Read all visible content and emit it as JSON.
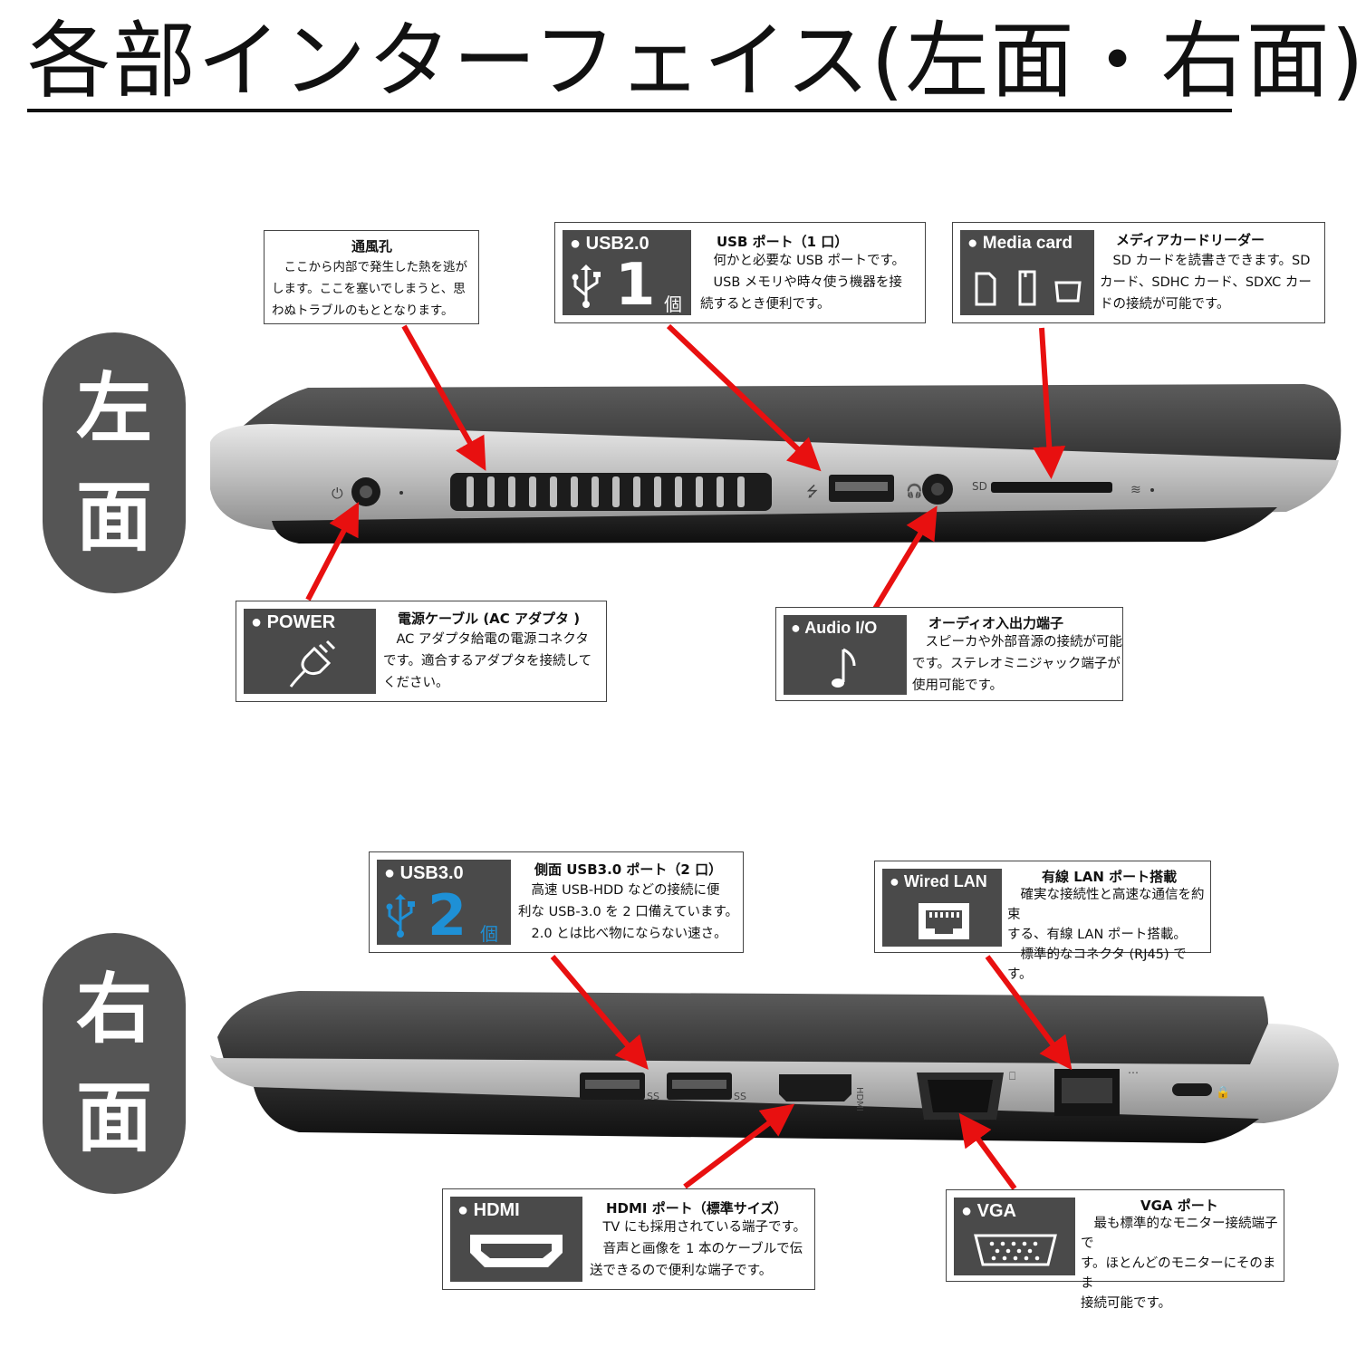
{
  "page_title": "各部インターフェイス(左面・右面)",
  "sides": {
    "left": [
      "左",
      "面"
    ],
    "right": [
      "右",
      "面"
    ]
  },
  "laptop": {
    "left_labels": {
      "sd": "SD"
    },
    "right_labels": {
      "hdmi": "HDMI"
    }
  },
  "callouts": {
    "vent": {
      "title": "通風孔",
      "desc": "　ここから内部で発生した熱を逃が\nします。ここを塞いでしまうと、思\nわぬトラブルのもととなります。"
    },
    "usb2": {
      "chip": "● USB2.0",
      "count": "1",
      "unit": "個",
      "title": "USB ポート（1 口）",
      "desc": "　何かと必要な USB ポートです。\n　USB メモリや時々使う機器を接\n続するとき便利です。"
    },
    "media": {
      "chip": "● Media card",
      "title": "メディアカードリーダー",
      "desc": "　SD カードを読書きできます。SD\nカード、SDHC カード、SDXC カー\nドの接続が可能です。"
    },
    "power": {
      "chip": "● POWER",
      "title": "電源ケーブル (AC アダプタ )",
      "desc": "　AC アダプタ給電の電源コネクタ\nです。適合するアダプタを接続して\nください。"
    },
    "audio": {
      "chip": "● Audio I/O",
      "title": "オーディオ入出力端子",
      "desc": "　スピーカや外部音源の接続が可能\nです。ステレオミニジャック端子が\n使用可能です。"
    },
    "usb3": {
      "chip": "● USB3.0",
      "count": "2",
      "unit": "個",
      "title": "側面 USB3.0 ポート（2 口）",
      "desc": "　高速 USB-HDD などの接続に便\n利な USB-3.0 を 2 口備えています。\n　2.0 とは比べ物にならない速さ。"
    },
    "lan": {
      "chip": "● Wired LAN",
      "title": "有線 LAN ポート搭載",
      "desc": "　確実な接続性と高速な通信を約束\nする、有線 LAN ポート搭載。\n　標準的なコネクタ (RJ45) です。"
    },
    "hdmi": {
      "chip": "● HDMI",
      "title": "HDMI ポート（標準サイズ）",
      "desc": "　TV にも採用されている端子です。\n　音声と画像を 1 本のケーブルで伝\n送できるので便利な端子です。"
    },
    "vga": {
      "chip": "● VGA",
      "title": "VGA ポート",
      "desc": "　最も標準的なモニター接続端子で\nす。ほとんどのモニターにそのまま\n接続可能です。"
    }
  },
  "colors": {
    "arrow": "#e81010",
    "chip": "#4a4a4a",
    "pill": "#555555",
    "usb3_accent": "#1e90d6"
  },
  "icons": [
    "usb-icon",
    "sd-card-icon",
    "power-plug-icon",
    "music-note-icon",
    "ethernet-port-icon",
    "hdmi-port-icon",
    "vga-port-icon"
  ]
}
